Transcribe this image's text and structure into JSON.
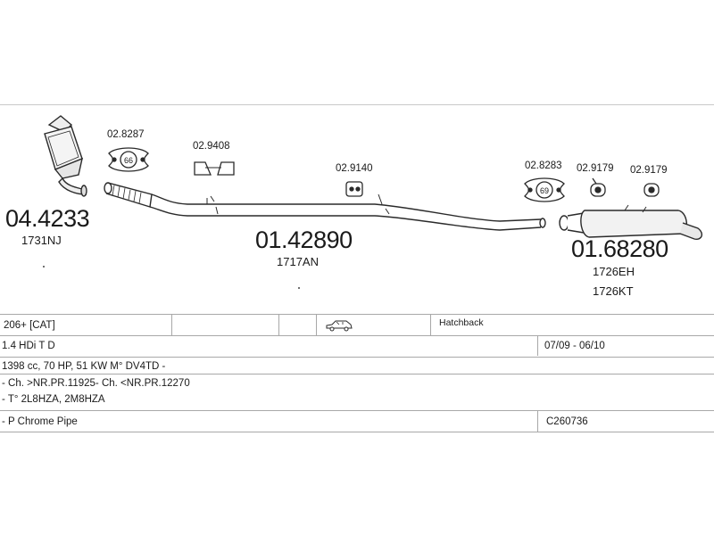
{
  "diagram": {
    "parts": [
      {
        "id": "catalyst",
        "number": "04.4233",
        "code": "1731NJ"
      },
      {
        "id": "middle-pipe",
        "number": "01.42890",
        "code": "1717AN"
      },
      {
        "id": "rear-silencer",
        "number": "01.68280",
        "code": "1726EH",
        "code2": "1726KT"
      }
    ],
    "fittings": [
      {
        "id": "gasket-66",
        "number": "02.8287",
        "badge": "66"
      },
      {
        "id": "clamp-a",
        "number": "02.9408"
      },
      {
        "id": "hanger-a",
        "number": "02.9140"
      },
      {
        "id": "gasket-69",
        "number": "02.8283",
        "badge": "69"
      },
      {
        "id": "hanger-b",
        "number": "02.9179"
      },
      {
        "id": "hanger-c",
        "number": "02.9179"
      }
    ]
  },
  "table": {
    "model": "206+  [CAT]",
    "body_type": "Hatchback",
    "engine": "1.4 HDi T D",
    "date_range": "07/09 - 06/10",
    "spec": "1398 cc, 70 HP, 51 KW  M° DV4TD -",
    "chassis": "- Ch. >NR.PR.11925- Ch. <NR.PR.12270",
    "type_codes": "- T° 2L8HZA, 2M8HZA",
    "pipe_note": "- P Chrome Pipe",
    "ref": "C260736",
    "car_icon": "car-icon"
  },
  "colors": {
    "line": "#2a2a2a",
    "rule": "#a8a8a8"
  }
}
